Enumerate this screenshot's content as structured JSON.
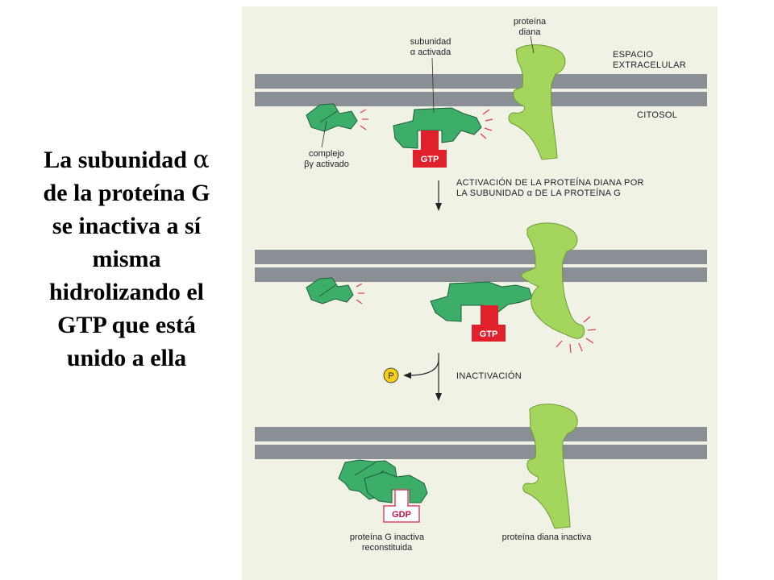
{
  "caption": {
    "line1": "La subunidad",
    "alpha": "α",
    "line2": "de la proteína G",
    "line3": "se inactiva a sí",
    "line4": "misma",
    "line5": "hidrolizando el",
    "line6": "GTP que está",
    "line7": "unido a ella"
  },
  "labels": {
    "target_protein": [
      "proteína",
      "diana"
    ],
    "active_alpha": [
      "subunidad",
      "α activada"
    ],
    "extracellular": [
      "ESPACIO",
      "EXTRACELULAR"
    ],
    "cytosol": "CITOSOL",
    "bg_complex": [
      "complejo",
      "βγ activado"
    ],
    "step1": [
      "ACTIVACIÓN DE LA PROTEÍNA DIANA POR",
      "LA SUBUNIDAD α DE LA PROTEÍNA G"
    ],
    "step2": "INACTIVACIÓN",
    "phosphate": "P",
    "gtp": "GTP",
    "gdp": "GDP",
    "inactive_g": [
      "proteína G inactiva",
      "reconstituida"
    ],
    "inactive_target": "proteína diana inactiva"
  },
  "colors": {
    "panel_bg": "#f0f2e6",
    "membrane": "#8a8f95",
    "g_protein": "#3dae6a",
    "target": "#a4d65e",
    "gtp": "#e0202a",
    "gdp_border": "#d94a6a",
    "phosphate": "#f3cf1c"
  }
}
